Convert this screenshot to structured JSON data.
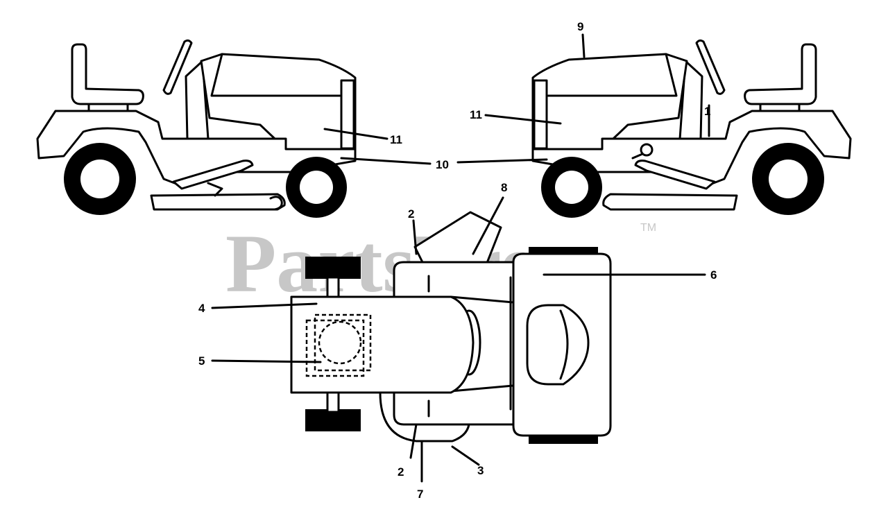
{
  "watermark": {
    "text": "PartsTree",
    "trademark": "TM"
  },
  "callouts": {
    "c1": "1",
    "c2_top": "2",
    "c2_bottom": "2",
    "c3": "3",
    "c4": "4",
    "c5": "5",
    "c6": "6",
    "c7": "7",
    "c8": "8",
    "c9": "9",
    "c10": "10",
    "c11_left": "11",
    "c11_right": "11"
  }
}
